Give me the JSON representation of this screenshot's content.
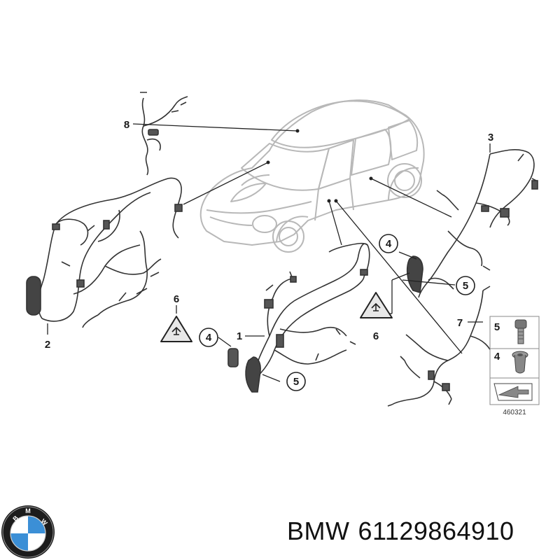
{
  "callouts": {
    "c1": "1",
    "c2": "2",
    "c3": "3",
    "c4a": "4",
    "c4b": "4",
    "c5a": "5",
    "c5b": "5",
    "c6a": "6",
    "c6b": "6",
    "c7": "7",
    "c8": "8"
  },
  "parts_box": {
    "row5": "5",
    "row4": "4",
    "code": "460321"
  },
  "footer": {
    "brand": "BMW",
    "part_number": "61129864910"
  },
  "logo": {
    "lettering": "BMW",
    "colors": {
      "blue": "#3b8fd6",
      "white": "#ffffff",
      "ring": "#1c1c1c"
    }
  },
  "colors": {
    "line": "#333333",
    "car_outline": "#b8b8b8",
    "warning_fill": "#e8e8e8"
  }
}
